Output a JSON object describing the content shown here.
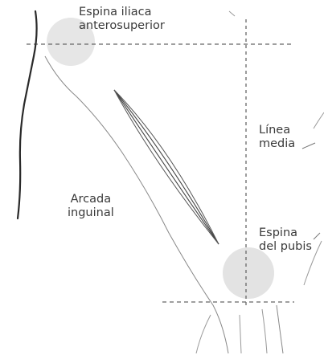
{
  "labels": {
    "asis": [
      "Espina iliaca",
      "anterosuperior"
    ],
    "linea": [
      "Línea",
      "media"
    ],
    "arcada": [
      "Arcada",
      "inguinal"
    ],
    "pubis": [
      "Espina",
      "del pubis"
    ]
  },
  "colors": {
    "line": "#555555",
    "dash": "#666666",
    "landmark": "#e4e4e4",
    "text": "#3a3a3a"
  }
}
